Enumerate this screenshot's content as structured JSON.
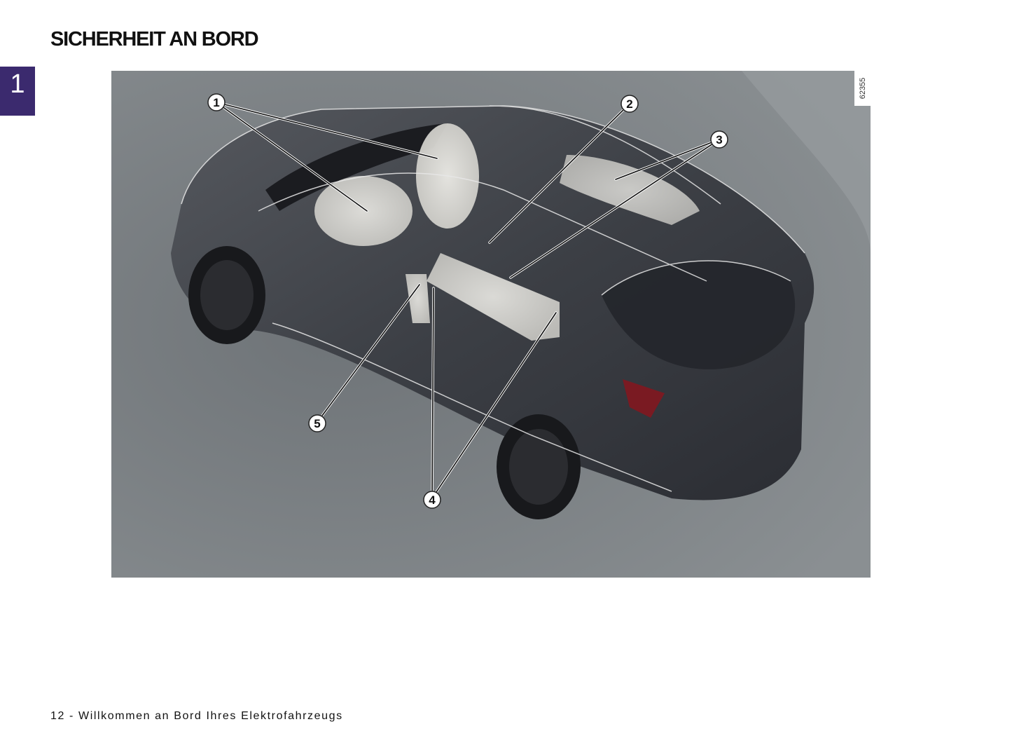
{
  "header": {
    "title": "SICHERHEIT AN BORD"
  },
  "chapter_tab": {
    "number": "1",
    "color": "#3b2a6e"
  },
  "figure": {
    "id_label": "62355",
    "description": "Top-down view of electric SUV with deployed airbags",
    "callouts": [
      {
        "number": "1",
        "label": "1"
      },
      {
        "number": "2",
        "label": "2"
      },
      {
        "number": "3",
        "label": "3"
      },
      {
        "number": "4",
        "label": "4"
      },
      {
        "number": "5",
        "label": "5"
      }
    ]
  },
  "footer": {
    "page_text": "12 - Willkommen an Bord Ihres Elektrofahrzeugs"
  }
}
